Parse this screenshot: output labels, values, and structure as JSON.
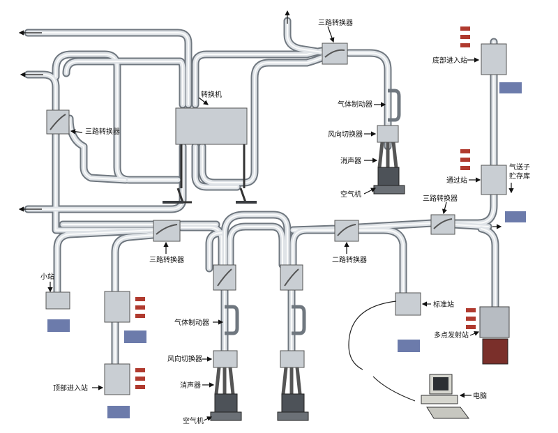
{
  "labels": {
    "three_way_top": "三路转换器",
    "three_way_left": "三路转换器",
    "three_way_middle": "三路转换器",
    "three_way_right": "三路转换器",
    "two_way": "二路转换器",
    "diverter_main": "转换机",
    "air_brake_top": "气体制动器",
    "air_brake_bottom": "气体制动器",
    "wind_switch_top": "风向切换器",
    "wind_switch_bottom": "风向切换器",
    "silencer_top": "消声器",
    "silencer_bottom": "消声器",
    "blower_top": "空气机",
    "blower_bottom": "空气机",
    "bottom_entry_station": "底部进入站",
    "pass_through_station": "通过站",
    "carrier_store_line1": "气送子",
    "carrier_store_line2": "贮存库",
    "small_station": "小站",
    "top_entry_station": "顶部进入站",
    "standard_station": "标准站",
    "multi_point_station": "多点发射站",
    "computer": "电脑"
  },
  "colors": {
    "pipe_outer": "#6f777f",
    "pipe_inner": "#dfe3e7",
    "equipment": "#c9ced3",
    "carrier_red": "#b03a2e",
    "basket_blue": "#3b4f8f"
  }
}
